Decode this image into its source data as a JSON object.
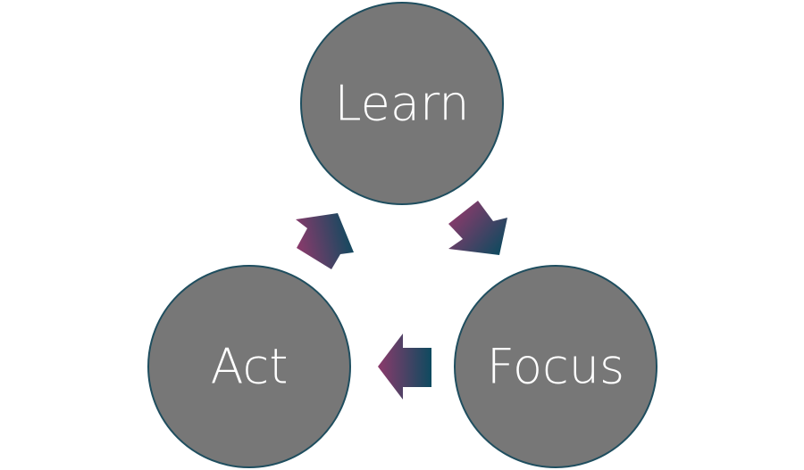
{
  "diagram": {
    "type": "cycle",
    "nodes": [
      {
        "id": "learn",
        "label": "Learn"
      },
      {
        "id": "focus",
        "label": "Focus"
      },
      {
        "id": "act",
        "label": "Act"
      }
    ],
    "edges": [
      {
        "from": "learn",
        "to": "focus"
      },
      {
        "from": "focus",
        "to": "act"
      },
      {
        "from": "act",
        "to": "learn"
      }
    ],
    "colors": {
      "node_fill": "#777777",
      "node_stroke": "#1f4e5f",
      "label": "#ffffff",
      "arrow_gradient_start": "#8b3a6b",
      "arrow_gradient_end": "#0e4a5f"
    }
  }
}
